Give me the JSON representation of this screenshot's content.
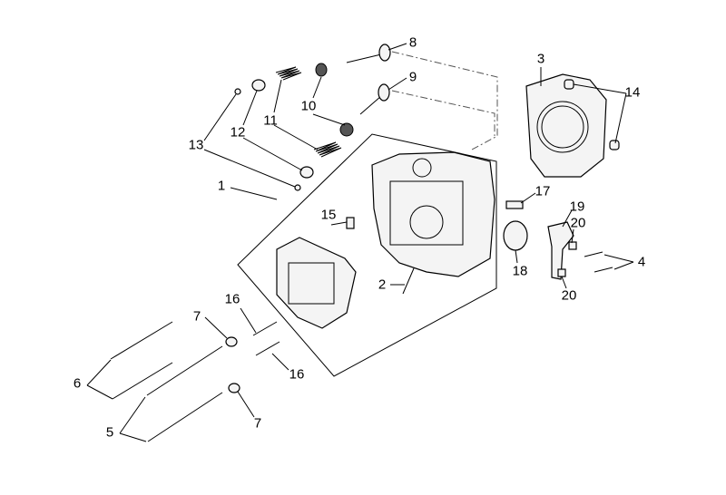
{
  "diagram": {
    "labels": [
      "8",
      "9",
      "3",
      "14",
      "10",
      "11",
      "12",
      "13",
      "1",
      "15",
      "17",
      "19",
      "20",
      "4",
      "18",
      "20",
      "2",
      "16",
      "7",
      "16",
      "6",
      "7",
      "5"
    ]
  }
}
